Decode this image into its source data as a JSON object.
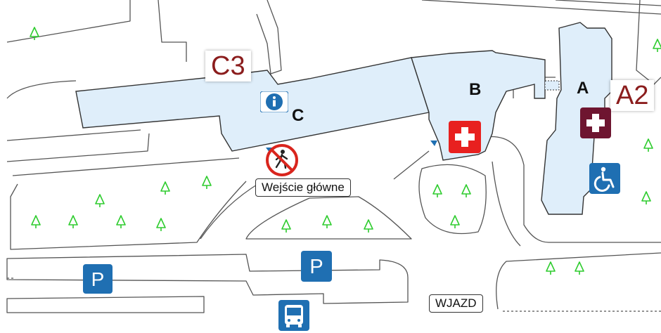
{
  "map": {
    "buildings": [
      {
        "id": "A",
        "label": "A"
      },
      {
        "id": "B",
        "label": "B"
      },
      {
        "id": "C",
        "label": "C"
      }
    ],
    "reference_labels": {
      "c3": "C3",
      "a2": "A2"
    },
    "place_labels": {
      "main_entrance": "Wejście główne",
      "entry": "WJAZD"
    },
    "icons": [
      "info-icon",
      "first-aid-cross-icon",
      "medical-cross-icon",
      "wheelchair-accessible-icon",
      "no-pedestrians-icon",
      "parking-icon",
      "bus-icon",
      "tree-icon"
    ],
    "parking_label": "P",
    "colors": {
      "building_fill": "#dfeefa",
      "tree_green": "#2ecc2e",
      "red_cross": "#e8201f",
      "maroon_cross": "#6e1530",
      "sign_blue": "#1f6fb2",
      "label_red": "#8b1d1d"
    }
  }
}
